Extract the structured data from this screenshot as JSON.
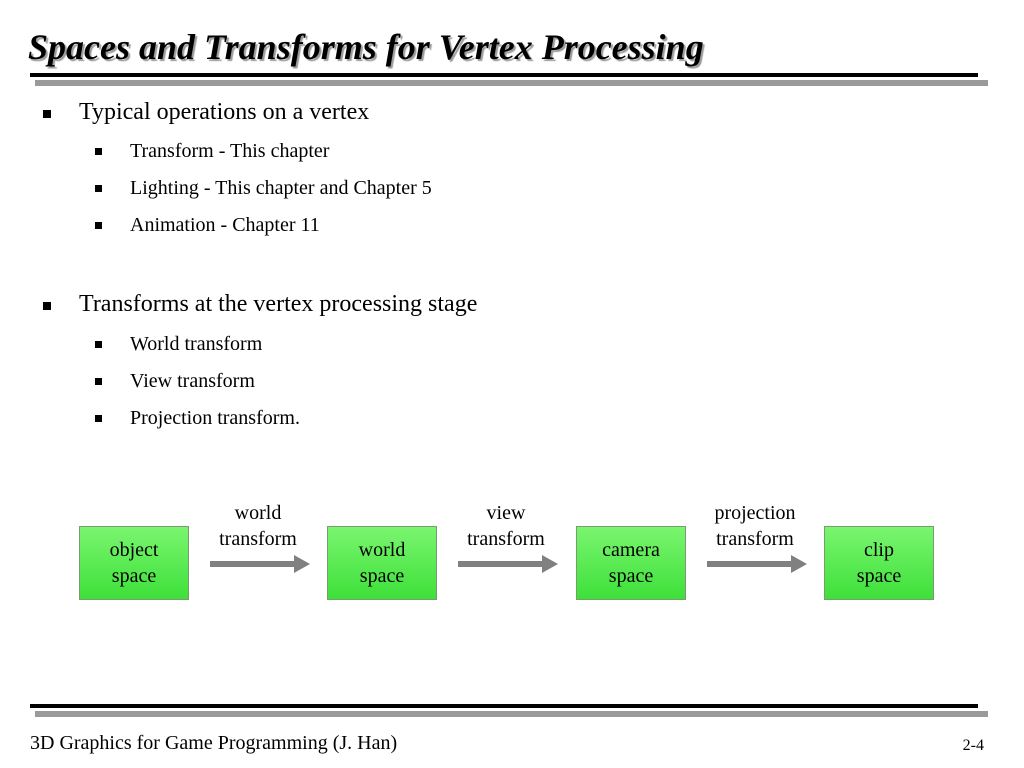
{
  "slide": {
    "title": "Spaces and Transforms for Vertex Processing",
    "bullets": [
      {
        "text": "Typical operations on a vertex",
        "subitems": [
          "Transform - This chapter",
          "Lighting - This chapter and Chapter 5",
          "Animation - Chapter 11"
        ]
      },
      {
        "text": "Transforms at the vertex processing stage",
        "subitems": [
          "World transform",
          "View transform",
          "Projection transform."
        ]
      }
    ]
  },
  "diagram": {
    "spaces": [
      "object\nspace",
      "world\nspace",
      "camera\nspace",
      "clip\nspace"
    ],
    "transforms": [
      "world\ntransform",
      "view\ntransform",
      "projection\ntransform"
    ],
    "box_color": "#4be845",
    "arrow_color": "#808080"
  },
  "footer": {
    "left": "3D Graphics for Game Programming (J. Han)",
    "page": "2-4"
  }
}
